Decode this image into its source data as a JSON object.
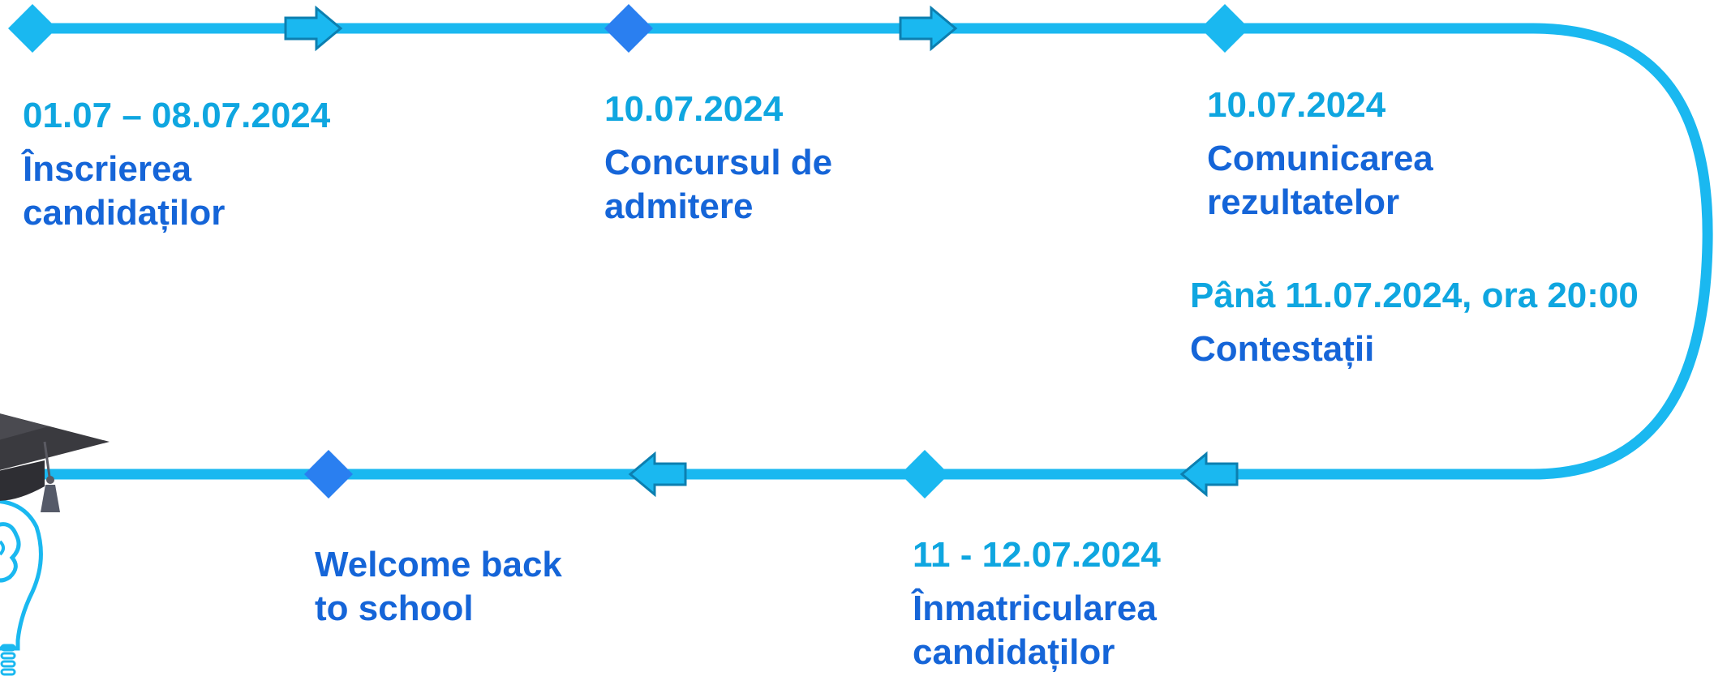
{
  "colors": {
    "track": "#1ab8f0",
    "diamond_light": "#1ab8f0",
    "diamond_dark": "#2a7ff0",
    "date_text": "#0fa6e0",
    "label_text": "#1565d8",
    "cap": "#3a3a3f"
  },
  "steps": [
    {
      "date": "01.07 – 08.07.2024",
      "label": "Înscrierea candidaților"
    },
    {
      "date": "10.07.2024",
      "label": "Concursul de admitere"
    },
    {
      "date": "10.07.2024",
      "label": "Comunicarea rezultatelor"
    },
    {
      "date": "Până 11.07.2024, ora 20:00",
      "label": "Contestații"
    },
    {
      "date": "11 - 12.07.2024",
      "label": "Înmatricularea candidaților"
    },
    {
      "date": "",
      "label": "Welcome back to school"
    }
  ],
  "icons": [
    "graduation-cap-icon",
    "lightbulb-brain-icon",
    "arrow-right-icon",
    "arrow-left-icon"
  ]
}
